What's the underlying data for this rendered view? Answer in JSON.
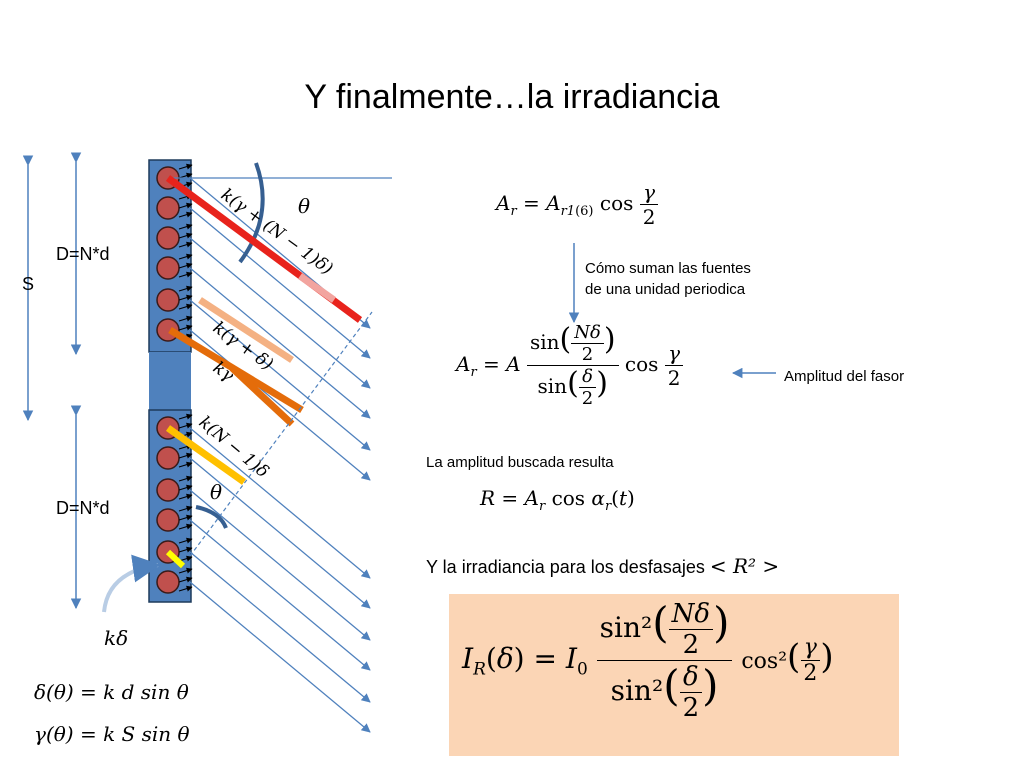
{
  "title": "Y finalmente…la irradiancia",
  "diagram": {
    "label_S": "S",
    "label_D_top": "D=N*d",
    "label_D_bottom": "D=N*d",
    "theta_top": "θ",
    "theta_bottom": "θ",
    "label_k_gamma_N": "k(γ + (N − 1)δ)",
    "label_k_gamma_delta": "k(γ + δ)",
    "label_k_gamma": "kγ",
    "label_k_N_delta": "k(N − 1)δ",
    "label_k_delta": "kδ",
    "colors": {
      "plate": "#4f81bd",
      "slit_fill": "#c0504d",
      "red_bar": "#e8231c",
      "orange_bar": "#e46c0a",
      "yellow_bar": "#ffc000",
      "ray": "#4f81bd",
      "highlight": "#fbd5b5"
    }
  },
  "equations": {
    "delta_def": "δ(θ) = k d sin θ",
    "gamma_def": "γ(θ) = k S sin θ",
    "Ar_single": "Ar = Ar1(6) cos γ/2",
    "Ar_array": "Ar = A sin(Nδ/2)/sin(δ/2) cos γ/2",
    "R_eq": "R = Ar cos αr(t)",
    "IR_eq": "IR(δ) = I0 sin²(Nδ/2)/sin²(δ/2) cos²(γ/2)"
  },
  "notes": {
    "como_suman_1": "Cómo suman las fuentes",
    "como_suman_2": "de una unidad periodica",
    "amplitud_fasor": "Amplitud del fasor",
    "amplitud_buscada": "La amplitud buscada resulta",
    "irradiancia_text": "Y la irradiancia para los desfasajes",
    "irradiancia_symbol": "< R² >"
  }
}
